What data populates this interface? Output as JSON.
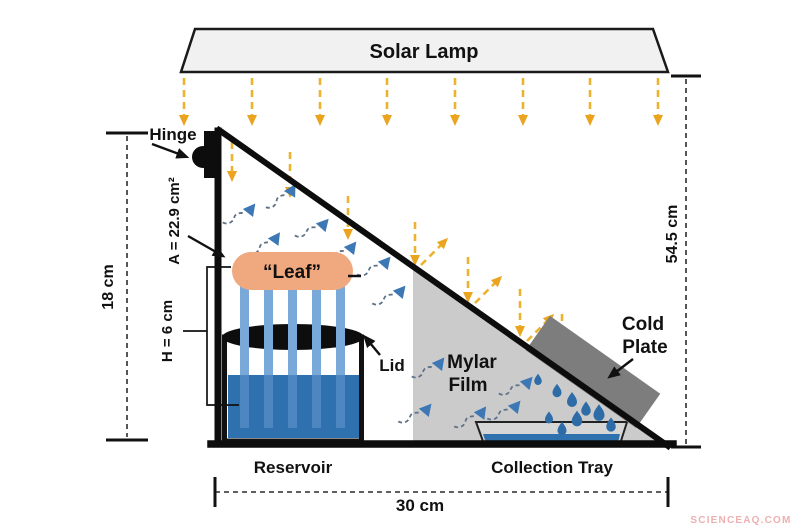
{
  "lamp": {
    "label": "Solar Lamp"
  },
  "labels": {
    "hinge": "Hinge",
    "leaf": "“Leaf”",
    "lid": "Lid",
    "mylar_line1": "Mylar",
    "mylar_line2": "Film",
    "cold_line1": "Cold",
    "cold_line2": "Plate",
    "reservoir": "Reservoir",
    "collection_tray": "Collection Tray"
  },
  "dimensions": {
    "left_height": "18 cm",
    "right_height": "54.5 cm",
    "base_width": "30 cm",
    "leaf_area": "A = 22.9 cm²",
    "wick_height": "H = 6 cm"
  },
  "watermark": "SCIENCEAQ.COM",
  "colors": {
    "water_blue": "#2F70AE",
    "tube_blue": "#79A9D8",
    "leaf_peach": "#F0A87E",
    "light_ray_yellow": "#ECB42E",
    "vapor_blue": "#3D78B4",
    "mylar_gray": "#CBCBCB",
    "tray_gray": "#D6D6D6",
    "cold_plate_gray": "#7D7D7D",
    "structure_black": "#111111"
  }
}
